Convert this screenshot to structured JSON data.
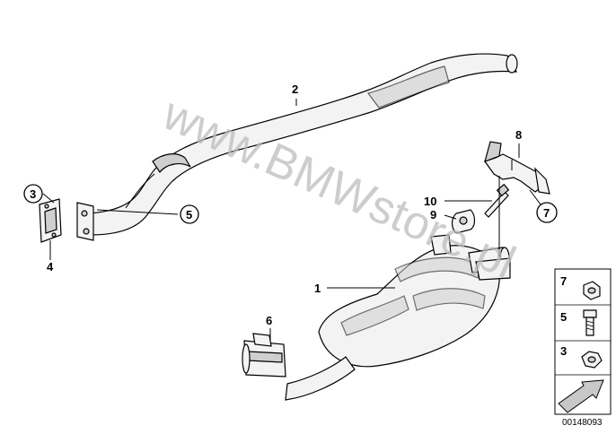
{
  "watermark": "www.BMWstore.pl",
  "diagram_id": "00148093",
  "callouts": {
    "c1": "1",
    "c2": "2",
    "c3": "3",
    "c4": "4",
    "c5": "5",
    "c6": "6",
    "c7": "7",
    "c8": "8",
    "c9": "9",
    "c10": "10"
  },
  "legend": {
    "items": [
      {
        "label": "7",
        "icon": "nut-icon"
      },
      {
        "label": "5",
        "icon": "bolt-icon"
      },
      {
        "label": "3",
        "icon": "hex-nut-icon"
      }
    ],
    "arrow_icon": "direction-arrow-icon"
  }
}
